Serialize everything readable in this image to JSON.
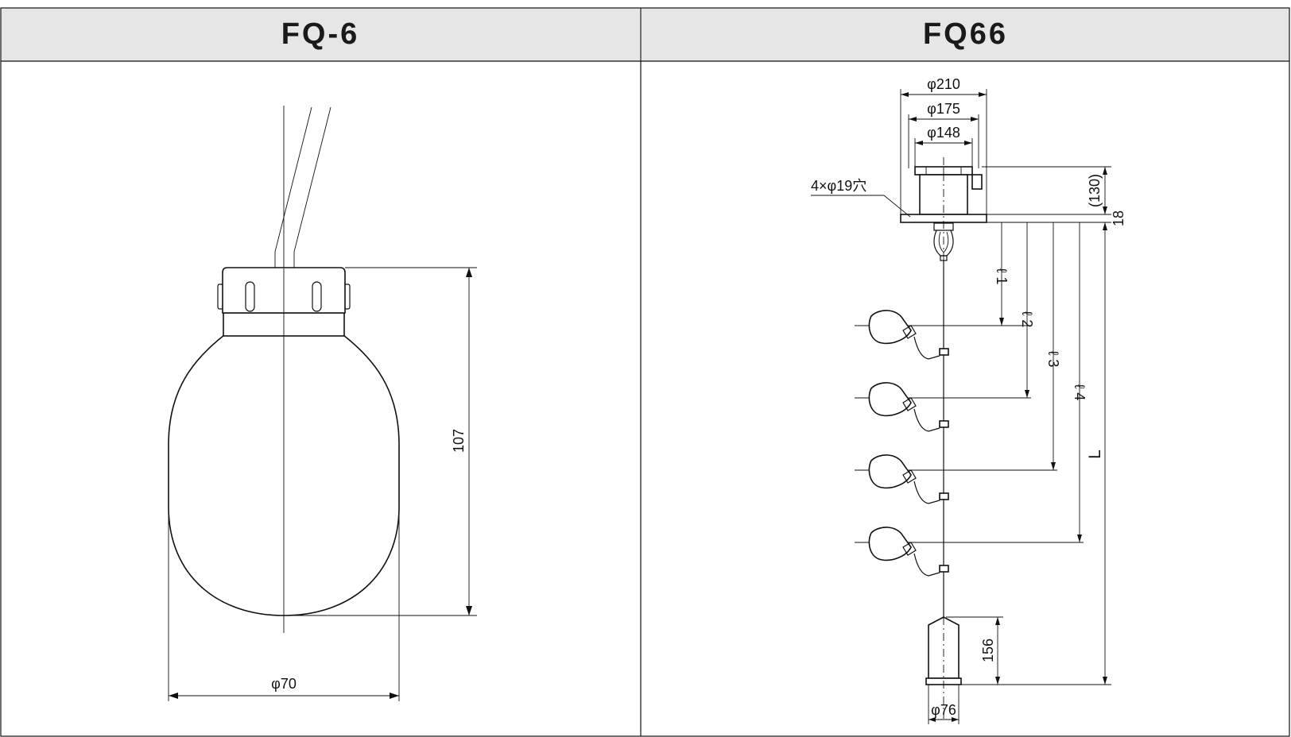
{
  "panels": [
    {
      "title": "FQ-6",
      "dimensions": {
        "height": "107",
        "diameter": "φ70"
      }
    },
    {
      "title": "FQ66",
      "dimensions": {
        "d1": "φ210",
        "d2": "φ175",
        "d3": "φ148",
        "holes": "4×φ19穴",
        "height_head": "(130)",
        "plate": "18",
        "l1": "ℓ 1",
        "l2": "ℓ 2",
        "l3": "ℓ 3",
        "l4": "ℓ 4",
        "total": "L",
        "weight_height": "156",
        "weight_diameter": "φ76"
      }
    }
  ]
}
